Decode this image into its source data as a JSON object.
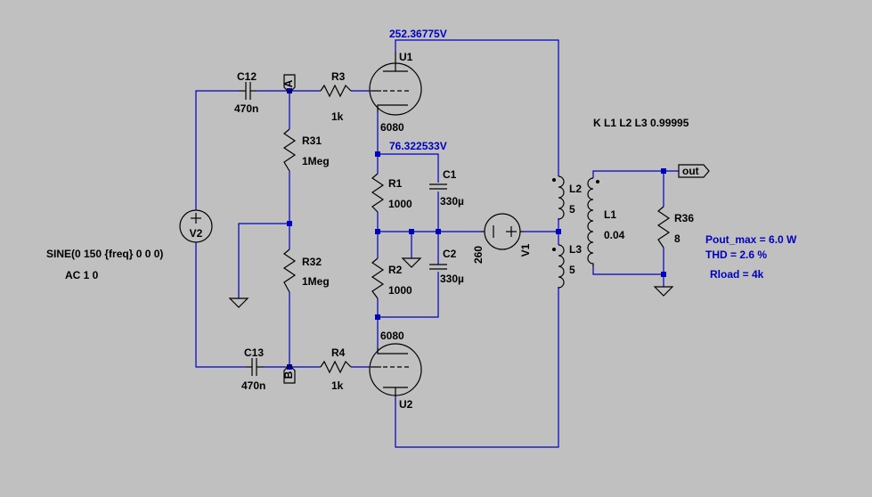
{
  "colors": {
    "background": "#c0c0c0",
    "wire": "#0000c0",
    "component": "#000000",
    "annotation": "#0000c0"
  },
  "node_voltages": {
    "plate_supply": "252.36775V",
    "cathode": "76.322533V"
  },
  "tubes": {
    "u1": {
      "name": "U1",
      "model": "6080"
    },
    "u2": {
      "name": "U2",
      "model": "6080"
    }
  },
  "capacitors": {
    "c12": {
      "name": "C12",
      "value": "470n"
    },
    "c13": {
      "name": "C13",
      "value": "470n"
    },
    "c1": {
      "name": "C1",
      "value": "330µ"
    },
    "c2": {
      "name": "C2",
      "value": "330µ"
    }
  },
  "resistors": {
    "r3": {
      "name": "R3",
      "value": "1k"
    },
    "r4": {
      "name": "R4",
      "value": "1k"
    },
    "r31": {
      "name": "R31",
      "value": "1Meg"
    },
    "r32": {
      "name": "R32",
      "value": "1Meg"
    },
    "r1": {
      "name": "R1",
      "value": "1000"
    },
    "r2": {
      "name": "R2",
      "value": "1000"
    },
    "r36": {
      "name": "R36",
      "value": "8"
    }
  },
  "inductors": {
    "l1": {
      "name": "L1",
      "value": "0.04"
    },
    "l2": {
      "name": "L2",
      "value": "5"
    },
    "l3": {
      "name": "L3",
      "value": "5"
    }
  },
  "sources": {
    "v1": {
      "name": "V1",
      "value": "260"
    },
    "v2": {
      "name": "V2",
      "spec": "SINE(0 150 {freq} 0 0 0)",
      "ac": "AC 1 0"
    }
  },
  "net_labels": {
    "a": "A",
    "b": "B",
    "out": "out"
  },
  "directives": {
    "coupling": "K L1 L2 L3 0.99995",
    "pout": "Pout_max = 6.0 W",
    "thd": "THD = 2.6 %",
    "rload": "Rload = 4k"
  }
}
